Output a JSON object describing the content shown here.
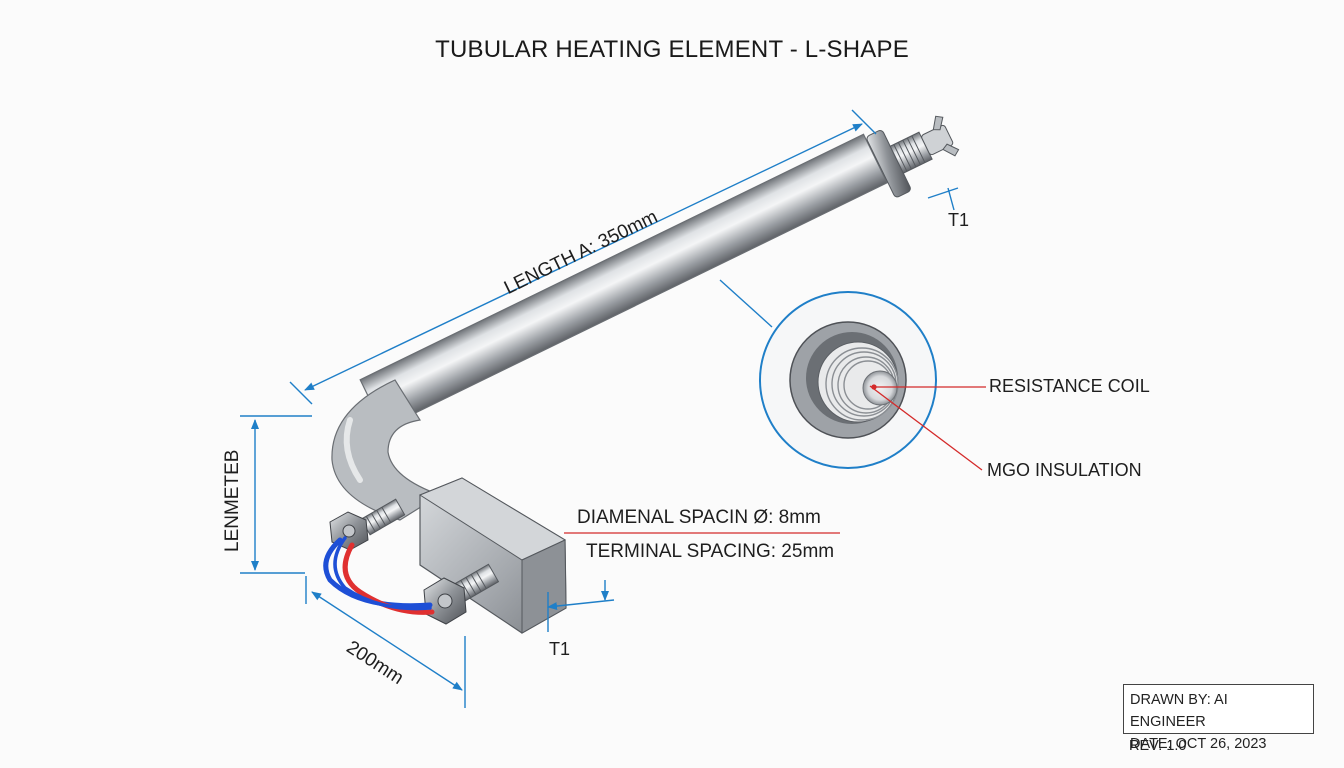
{
  "title": "TUBULAR HEATING ELEMENT - L-SHAPE",
  "dimensions": {
    "length_a": "LENGTH A: 350mm",
    "vertical_leg": "LENMETEB",
    "base_length": "200mm",
    "diameter_spacing": "DIAMENAL SPACIN Ø: 8mm",
    "terminal_spacing": "TERMINAL SPACING: 25mm"
  },
  "terminals": {
    "top": "T1",
    "bottom": "T1"
  },
  "detail_callouts": {
    "coil": "RESISTANCE COIL",
    "insulation": "MGO INSULATION"
  },
  "title_block": {
    "drawn_by": "DRAWN BY: AI ENGINEER",
    "date": "DATE: OCT 26, 2023",
    "revision": "REV: 1.0"
  },
  "colors": {
    "dimension_line": "#1f7fc8",
    "callout_line": "#d42a2a",
    "wire_blue": "#1e4fd6",
    "wire_red": "#e03030",
    "steel": "#a9adb2"
  }
}
